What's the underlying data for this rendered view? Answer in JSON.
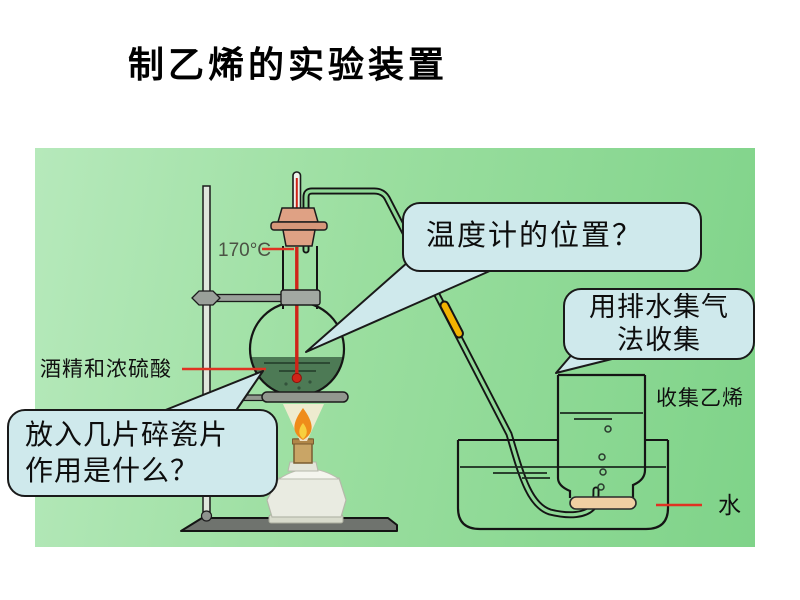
{
  "title": "制乙烯的实验装置",
  "callouts": {
    "thermometer_question": "温度计的位置？",
    "collection_line1": "用排水集气",
    "collection_line2": "法收集",
    "porcelain_line1": "放入几片碎瓷片",
    "porcelain_line2": "作用是什么？"
  },
  "labels": {
    "temperature": "170°C",
    "reagents": "酒精和浓硫酸",
    "collect_gas": "收集乙烯",
    "water": "水"
  },
  "colors": {
    "panel_green_light": "#b6e9bb",
    "panel_green_mid": "#9ade9f",
    "panel_green_dark": "#7fd389",
    "bubble_fill": "#cfe9ec",
    "pointer_red": "#e03222",
    "thermometer_red": "#cf2418",
    "liquid_green": "#4d7a55",
    "tube_yellow": "#f2b300",
    "stopper_tan": "#dfa184",
    "flame_orange": "#ef8c1a",
    "metal_gray": "#92978f",
    "pad_tan": "#f0cfa3"
  }
}
